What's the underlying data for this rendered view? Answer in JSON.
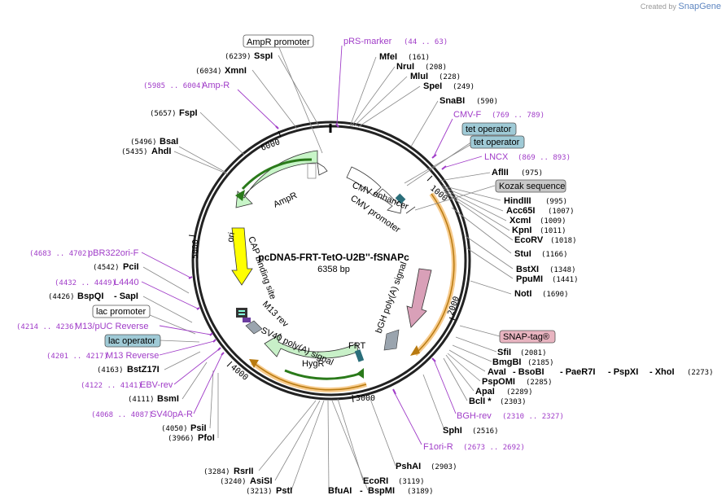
{
  "watermark": {
    "prefix": "Created by",
    "brand": "SnapGene"
  },
  "plasmid": {
    "name": "pcDNA5-FRT-TetO-U2B''-fSNAPc",
    "size_text": "6358 bp"
  },
  "ticks": [
    "1000",
    "2000",
    "3000",
    "4000",
    "5000",
    "6000"
  ],
  "features_inner": {
    "cmv_enhancer": "CMV enhancer",
    "cmv_promoter": "CMV promoter",
    "bgh_polya": "bGH poly(A) signal",
    "frt": "FRT",
    "hygr": "HygR",
    "sv40_polya": "SV40 poly(A) signal",
    "m13_rev": "M13 rev",
    "cap_site": "CAP binding site",
    "ori": "ori",
    "ampr": "AmpR"
  },
  "right_sites": [
    {
      "name": "MfeI",
      "pos": "(161)"
    },
    {
      "name": "NruI",
      "pos": "(208)"
    },
    {
      "name": "MluI",
      "pos": "(228)"
    },
    {
      "name": "SpeI",
      "pos": "(249)"
    },
    {
      "name": "SnaBI",
      "pos": "(590)"
    },
    {
      "name": "AflII",
      "pos": "(975)"
    },
    {
      "name": "HindIII",
      "pos": "(995)"
    },
    {
      "name": "Acc65I",
      "pos": "(1007)"
    },
    {
      "name": "XcmI",
      "pos": "(1009)"
    },
    {
      "name": "KpnI",
      "pos": "(1011)"
    },
    {
      "name": "EcoRV",
      "pos": "(1018)"
    },
    {
      "name": "StuI",
      "pos": "(1166)"
    },
    {
      "name": "BstXI",
      "pos": "(1348)"
    },
    {
      "name": "PpuMI",
      "pos": "(1441)"
    },
    {
      "name": "NotI",
      "pos": "(1690)"
    },
    {
      "name": "SfiI",
      "pos": "(2081)"
    },
    {
      "name": "BmgBI",
      "pos": "(2185)"
    },
    {
      "name": "PspOMI",
      "pos": "(2285)"
    },
    {
      "name": "ApaI",
      "pos": "(2289)"
    },
    {
      "name": "BclI *",
      "pos": "(2303)"
    },
    {
      "name": "SphI",
      "pos": "(2516)"
    },
    {
      "name": "PshAI",
      "pos": "(2903)"
    },
    {
      "name": "EcoRI",
      "pos": "(3119)"
    },
    {
      "name": "BspMI",
      "pos": "(3189)"
    }
  ],
  "multi_site": {
    "names": [
      "AvaI",
      "- BsoBI",
      "- PaeR7I",
      "- PspXI",
      "- XhoI"
    ],
    "pos": "(2273)"
  },
  "bottom_sites": [
    {
      "name": "RsrII",
      "pos": "(3284)"
    },
    {
      "name": "AsiSI",
      "pos": "(3240)"
    },
    {
      "name": "PstI",
      "pos": "(3213)"
    },
    {
      "name": "BfuAI",
      "pos": ""
    }
  ],
  "left_sites": [
    {
      "name": "SspI",
      "pos": "(6239)"
    },
    {
      "name": "XmnI",
      "pos": "(6034)"
    },
    {
      "name": "FspI",
      "pos": "(5657)"
    },
    {
      "name": "BsaI",
      "pos": "(5496)"
    },
    {
      "name": "AhdI",
      "pos": "(5435)"
    },
    {
      "name": "PciI",
      "pos": "(4542)"
    },
    {
      "name": "BspQI",
      "pos": "(4426)"
    },
    {
      "name": "- SapI",
      "pos": ""
    },
    {
      "name": "BstZ17I",
      "pos": "(4163)"
    },
    {
      "name": "BsmI",
      "pos": "(4111)"
    },
    {
      "name": "PsiI",
      "pos": "(4050)"
    },
    {
      "name": "PfoI",
      "pos": "(3966)"
    }
  ],
  "primers": [
    {
      "name": "pRS-marker",
      "range": "(44 .. 63)"
    },
    {
      "name": "CMV-F",
      "range": "(769 .. 789)"
    },
    {
      "name": "LNCX",
      "range": "(869 .. 893)"
    },
    {
      "name": "BGH-rev",
      "range": "(2310 .. 2327)"
    },
    {
      "name": "F1ori-R",
      "range": "(2673 .. 2692)"
    },
    {
      "name": "Amp-R",
      "range": "(5985 .. 6004)"
    },
    {
      "name": "pBR322ori-F",
      "range": "(4683 .. 4702)"
    },
    {
      "name": "L4440",
      "range": "(4432 .. 4449)"
    },
    {
      "name": "M13/pUC Reverse",
      "range": "(4214 .. 4236)"
    },
    {
      "name": "M13 Reverse",
      "range": "(4201 .. 4217)"
    },
    {
      "name": "EBV-rev",
      "range": "(4122 .. 4141)"
    },
    {
      "name": "SV40pA-R",
      "range": "(4068 .. 4087)"
    }
  ],
  "boxed": {
    "ampr_promoter": "AmpR promoter",
    "tet_op_1": "tet operator",
    "tet_op_2": "tet operator",
    "kozak": "Kozak sequence",
    "snap_tag": "SNAP-tag®",
    "lac_promoter": "lac promoter",
    "lac_operator": "lac operator"
  },
  "colors": {
    "primer": "#a03cc8",
    "operator_box": "#9fcad6",
    "kozak_box": "#c8c8c8",
    "snap_box": "#e8b4c0",
    "hygr": "#c8f0c8",
    "ampr": "#c8f5c8",
    "ori": "#ffff00",
    "bgh": "#d9a0b8",
    "orange_arc": "#f0a030"
  }
}
